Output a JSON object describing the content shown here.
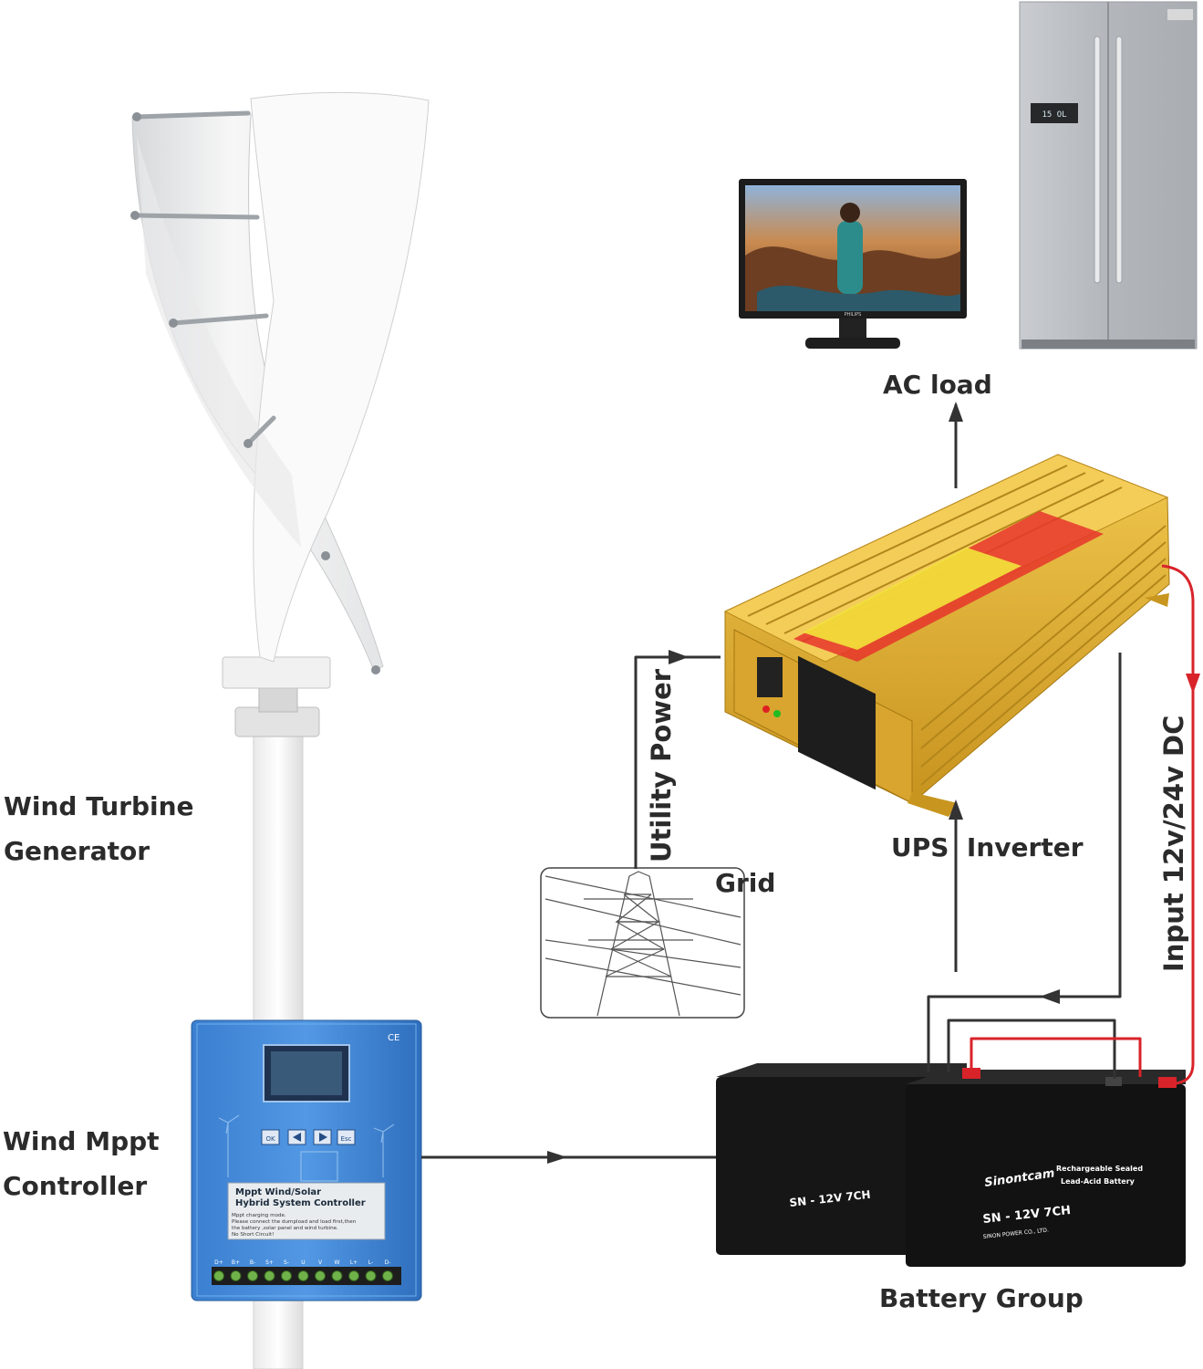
{
  "labels": {
    "wind_turbine_line1": "Wind Turbine",
    "wind_turbine_line2": "Generator",
    "controller_line1": "Wind Mppt",
    "controller_line2": "Controller",
    "ac_load": "AC load",
    "ups_inverter": "UPS  Inverter",
    "grid": "Grid",
    "utility_power": "Utility Power",
    "battery_input": "Input 12v/24v DC",
    "battery_group": "Battery Group"
  },
  "controller": {
    "title_line1": "Mppt Wind/Solar",
    "title_line2": "Hybrid System Controller",
    "note_line1": "Mppt charging mode.",
    "note_line2": "Please connect the dumpload and load first,then",
    "note_line3": "the battery ,solar panel and wind turbine.",
    "note_line4": "No Short Circuit!",
    "ce_mark": "CE",
    "button_ok": "OK",
    "button_esc": "Esc",
    "terminals": [
      "D+",
      "B+",
      "B-",
      "S+",
      "S-",
      "U",
      "V",
      "W",
      "L+",
      "L-",
      "D-"
    ]
  },
  "battery": {
    "brand": "Sinontcam",
    "model": "SN - 12V 7CH",
    "type_line1": "Rechargeable Sealed",
    "type_line2": "Lead-Acid Battery",
    "maker": "SINON POWER CO., LTD."
  },
  "monitor": {
    "brand": "PHILIPS"
  },
  "fridge": {
    "display": "15 OL"
  },
  "colors": {
    "wire_black": "#333333",
    "wire_red": "#d8232a",
    "controller_blue": "#3f86d6",
    "inverter_gold": "#e3b43a",
    "battery_body": "#151515"
  },
  "icons": [
    "wind-turbine-image",
    "monitor-image",
    "refrigerator-image",
    "inverter-image",
    "power-tower-icon",
    "battery-image",
    "controller-image"
  ]
}
